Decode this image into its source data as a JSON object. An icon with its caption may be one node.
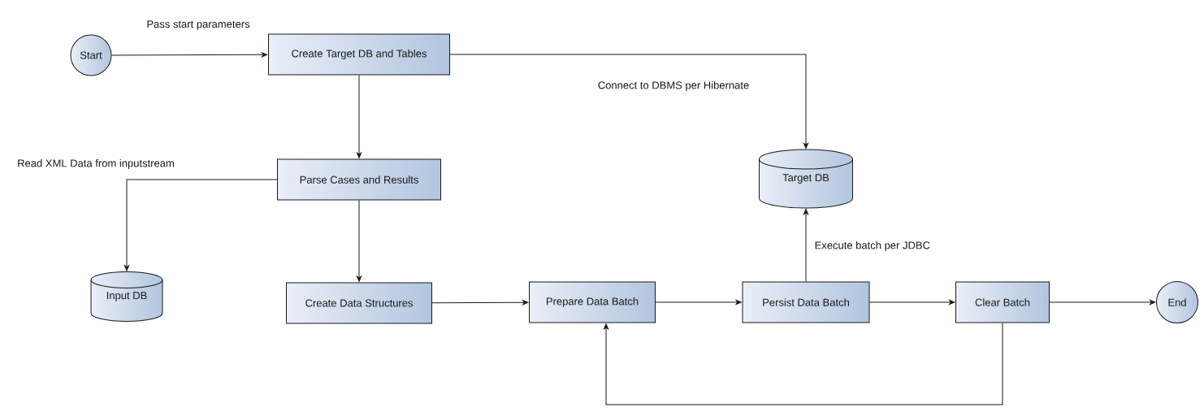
{
  "diagram": {
    "nodes": [
      {
        "text": [
          "Start"
        ]
      },
      {
        "text": [
          "Create Target DB and Tables"
        ]
      },
      {
        "text": [
          "Parse Cases and Results"
        ]
      },
      {
        "text": [
          "Input DB"
        ]
      },
      {
        "text": [
          "Create Data Structures"
        ]
      },
      {
        "text": [
          "Prepare Data Batch"
        ]
      },
      {
        "text": [
          "Target DB"
        ]
      },
      {
        "text": [
          "Persist Data Batch"
        ]
      },
      {
        "text": [
          "Clear Batch"
        ]
      },
      {
        "text": [
          "End"
        ]
      }
    ],
    "edges": [
      {
        "from": 0,
        "to": 1,
        "arrow": "to",
        "label": "Pass start parameters"
      },
      {
        "from": 1,
        "to": 6,
        "arrow": "to",
        "label": "Connect to DBMS per Hibernate"
      },
      {
        "from": 1,
        "to": 2,
        "arrow": "to"
      },
      {
        "from": 2,
        "to": 3,
        "arrow": "to",
        "label": "Read XML Data from inputstream"
      },
      {
        "from": 2,
        "to": 4,
        "arrow": "to"
      },
      {
        "from": 4,
        "to": 5,
        "arrow": "to"
      },
      {
        "from": 5,
        "to": 7,
        "arrow": "to"
      },
      {
        "from": 7,
        "to": 6,
        "arrow": "to",
        "label": "Execute batch per JDBC"
      },
      {
        "from": 7,
        "to": 8,
        "arrow": "to"
      },
      {
        "from": 8,
        "to": 9,
        "arrow": "to"
      },
      {
        "from": 8,
        "to": 5,
        "arrow": "to"
      }
    ]
  }
}
